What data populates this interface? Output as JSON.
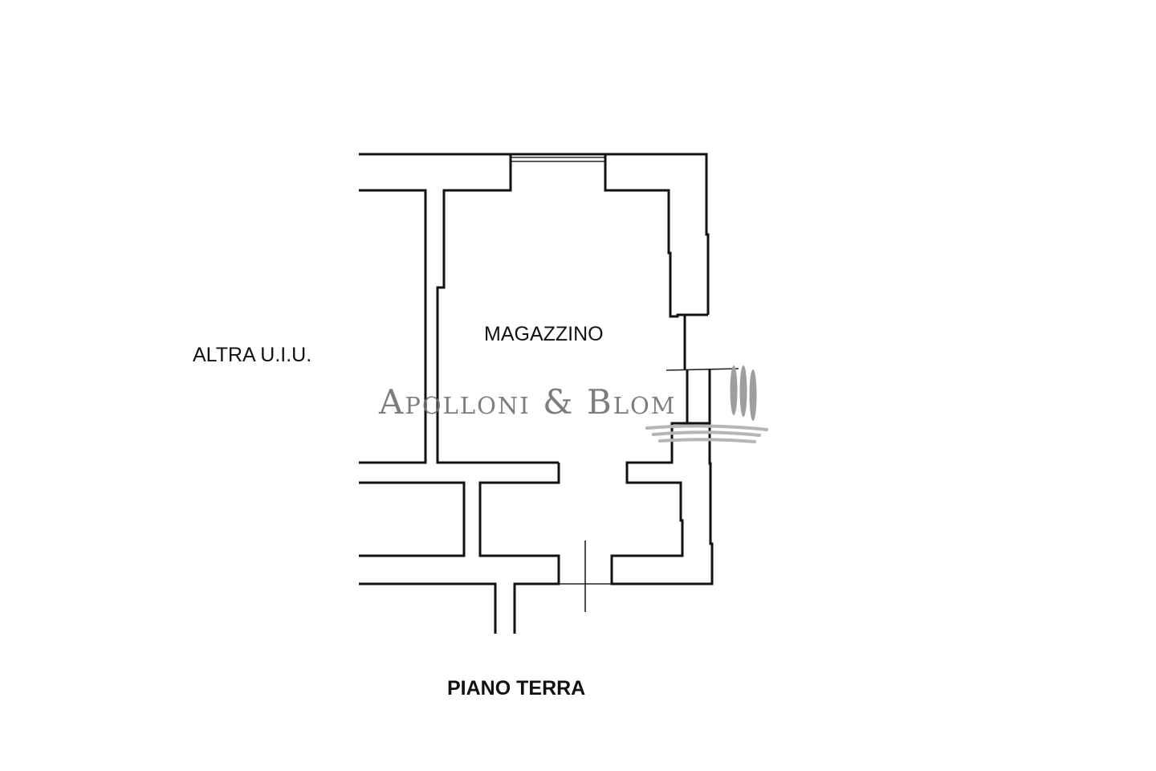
{
  "plan": {
    "room_label": "MAGAZZINO",
    "adjacent_label": "ALTRA U.I.U.",
    "floor_title": "PIANO TERRA"
  },
  "watermark": {
    "text": "Apolloni & Blom",
    "color": "#6f6f6f"
  }
}
